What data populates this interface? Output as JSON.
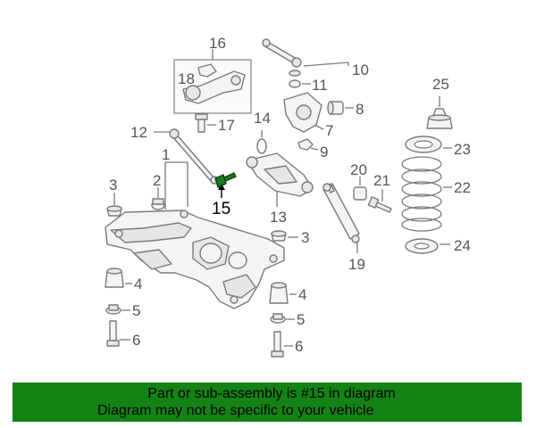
{
  "diagram": {
    "callouts": {
      "c1": "1",
      "c2": "2",
      "c3a": "3",
      "c3b": "3",
      "c4a": "4",
      "c4b": "4",
      "c5a": "5",
      "c5b": "5",
      "c6a": "6",
      "c6b": "6",
      "c7": "7",
      "c8": "8",
      "c9": "9",
      "c10": "10",
      "c11": "11",
      "c12": "12",
      "c13": "13",
      "c14": "14",
      "c15": "15",
      "c16": "16",
      "c17": "17",
      "c18": "18",
      "c19": "19",
      "c20": "20",
      "c21": "21",
      "c22": "22",
      "c23": "23",
      "c24": "24",
      "c25": "25"
    },
    "highlighted_part": "15",
    "highlight_color": "#148214"
  },
  "banner": {
    "line1": "Part or sub-assembly is #15 in diagram",
    "line2": "Diagram may not be specific to your vehicle",
    "background": "#148214"
  }
}
